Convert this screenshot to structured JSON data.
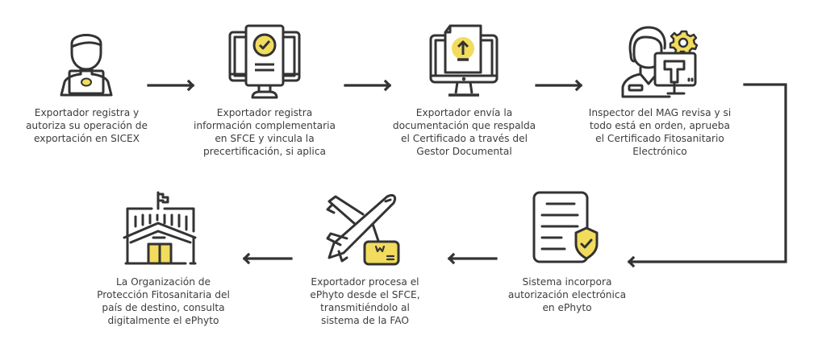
{
  "colors": {
    "stroke": "#333333",
    "accent": "#f2dc5d",
    "text": "#3d3d3d",
    "background": "#ffffff"
  },
  "steps": [
    {
      "icon": "person-laptop-icon",
      "label": "Exportador registra y\nautoriza su operación de\nexportación en SICEX"
    },
    {
      "icon": "monitor-certificate-check-icon",
      "label": "Exportador registra\ninformación complementaria\nen SFCE y vincula la\nprecertificación, si aplica"
    },
    {
      "icon": "monitor-upload-document-icon",
      "label": "Exportador envía la\ndocumentación que respalda\nel Certificado a través del\nGestor Documental"
    },
    {
      "icon": "inspector-computer-gear-icon",
      "label": "Inspector del MAG revisa y si\ntodo está en orden, aprueba\nel Certificado Fitosanitario\nElectrónico"
    },
    {
      "icon": "document-shield-icon",
      "label": "Sistema incorpora\nautorización electrónica\nen ePhyto"
    },
    {
      "icon": "airplane-package-icon",
      "label": "Exportador procesa el\nePhyto desde el SFCE,\ntransmitiéndolo al\nsistema de la FAO"
    },
    {
      "icon": "government-building-icon",
      "label": "La Organización de\nProtección Fitosanitaria del\npaís de destino, consulta\ndigitalmente el ePhyto"
    }
  ]
}
